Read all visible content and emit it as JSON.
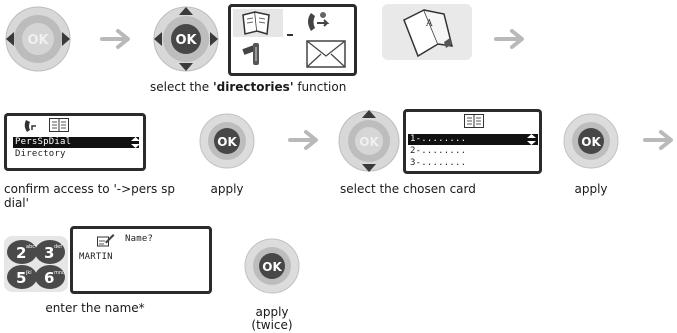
{
  "colors": {
    "ring_outer": "#d6d6d6",
    "ring_inner": "#a8a8a8",
    "ok_fill": "#4a4a4a",
    "arrow": "#b9b9b9",
    "lcd_border": "#2b2b2b"
  },
  "row1": {
    "ok_label": "OK",
    "caption_prefix": "select the ",
    "caption_bold": "'directories'",
    "caption_suffix": " function"
  },
  "row2": {
    "screen1": {
      "items": [
        "PersSpDial",
        "Directory"
      ]
    },
    "caption1": "confirm access to '->pers sp dial'",
    "ok_label": "OK",
    "caption2": "apply",
    "screen2": {
      "items": [
        "1-........",
        "2-........",
        "3-........"
      ]
    },
    "caption3": "select the chosen card",
    "caption4": "apply"
  },
  "row3": {
    "keys": [
      "2",
      "3",
      "5",
      "6"
    ],
    "key_sub": [
      "abc",
      "def",
      "jkl",
      "mno"
    ],
    "screen": {
      "title": "Name?",
      "value": "MARTIN"
    },
    "caption1": "enter the name*",
    "ok_label": "OK",
    "caption2_line1": "apply",
    "caption2_line2": "(twice)"
  }
}
